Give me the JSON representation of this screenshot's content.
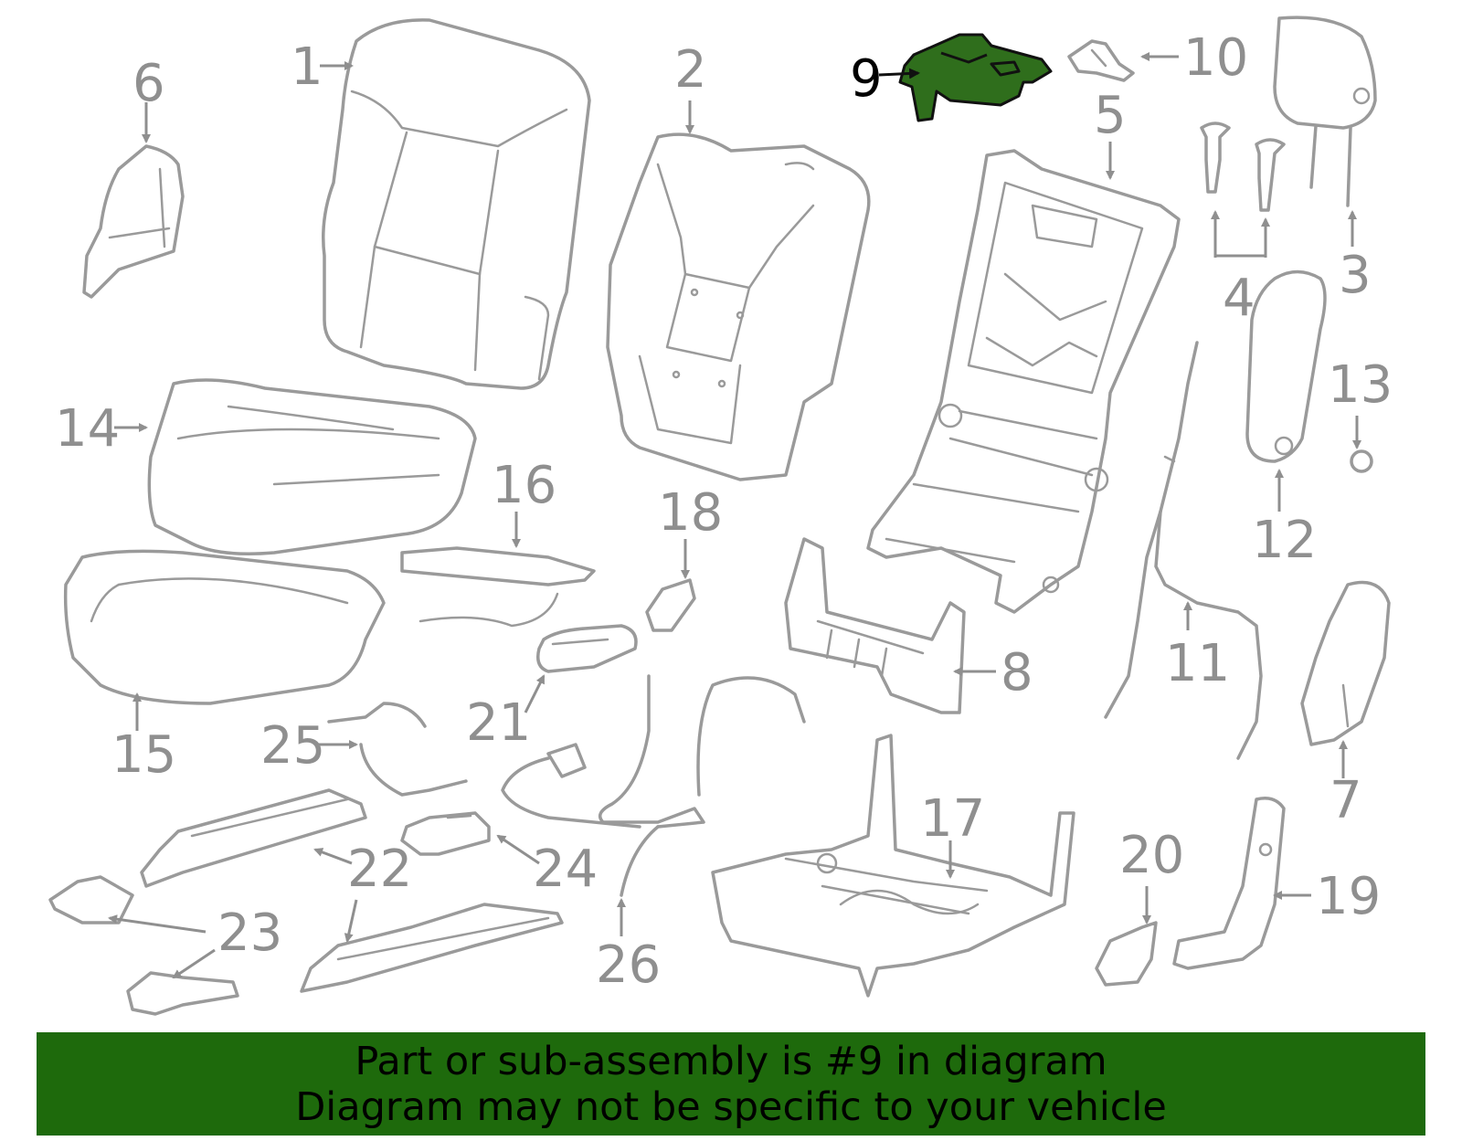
{
  "highlight_color": "#2f6e1c",
  "banner_color": "#1e6a0c",
  "callouts": {
    "c1": "1",
    "c2": "2",
    "c3": "3",
    "c4": "4",
    "c5": "5",
    "c6": "6",
    "c7": "7",
    "c8": "8",
    "c9": "9",
    "c10": "10",
    "c11": "11",
    "c12": "12",
    "c13": "13",
    "c14": "14",
    "c15": "15",
    "c16": "16",
    "c17": "17",
    "c18": "18",
    "c19": "19",
    "c20": "20",
    "c21": "21",
    "c22": "22",
    "c23": "23",
    "c24": "24",
    "c25": "25",
    "c26": "26"
  },
  "banner": {
    "line1": "Part or sub-assembly is #9 in diagram",
    "line2": "Diagram may not be specific to your vehicle"
  }
}
